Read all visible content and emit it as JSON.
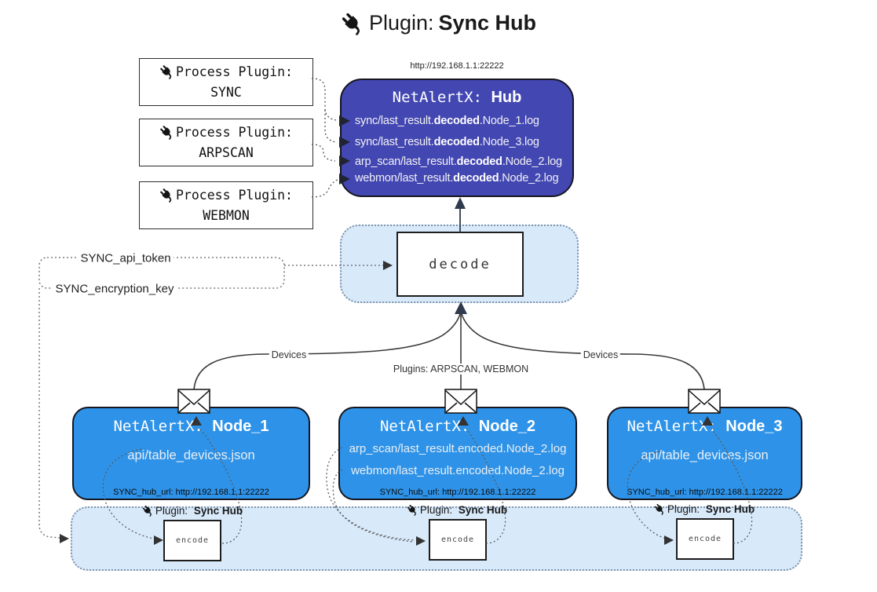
{
  "title": {
    "prefix": "Plugin:",
    "bold": "Sync Hub"
  },
  "process_plugins": [
    {
      "label": "Process Plugin:",
      "name": "SYNC"
    },
    {
      "label": "Process Plugin:",
      "name": "ARPSCAN"
    },
    {
      "label": "Process Plugin:",
      "name": "WEBMON"
    }
  ],
  "hub": {
    "url": "http://192.168.1.1:22222",
    "title_prefix": "NetAlertX: ",
    "title_name": "Hub",
    "lines": [
      {
        "pre": "sync/last_result.",
        "bold": "decoded",
        "post": ".Node_1.log"
      },
      {
        "pre": "sync/last_result.",
        "bold": "decoded",
        "post": ".Node_3.log"
      },
      {
        "pre": "arp_scan/last_result.",
        "bold": "decoded",
        "post": ".Node_2.log"
      },
      {
        "pre": "webmon/last_result.",
        "bold": "decoded",
        "post": ".Node_2.log"
      }
    ]
  },
  "decode": {
    "label": "decode"
  },
  "encode": {
    "label": "encode"
  },
  "params": {
    "api_token": "SYNC_api_token",
    "encryption_key": "SYNC_encryption_key"
  },
  "edges": {
    "devices_left": "Devices",
    "devices_right": "Devices",
    "plugins_center": "Plugins: ARPSCAN, WEBMON"
  },
  "nodes": [
    {
      "title_prefix": "NetAlertX: ",
      "title_name": "Node_1",
      "lines": [
        "api/table_devices.json"
      ],
      "footer": "SYNC_hub_url: http://192.168.1.1:22222"
    },
    {
      "title_prefix": "NetAlertX: ",
      "title_name": "Node_2",
      "lines": [
        "arp_scan/last_result.encoded.Node_2.log",
        "webmon/last_result.encoded.Node_2.log"
      ],
      "footer": "SYNC_hub_url: http://192.168.1.1:22222"
    },
    {
      "title_prefix": "NetAlertX: ",
      "title_name": "Node_3",
      "lines": [
        "api/table_devices.json"
      ],
      "footer": "SYNC_hub_url: http://192.168.1.1:22222"
    }
  ],
  "encoders": [
    {
      "label_prefix": "Plugin:",
      "label_bold": "Sync Hub"
    },
    {
      "label_prefix": "Plugin:",
      "label_bold": "Sync Hub"
    },
    {
      "label_prefix": "Plugin:",
      "label_bold": "Sync Hub"
    }
  ],
  "icons": {
    "plug": "plug-icon",
    "envelope": "envelope-icon"
  },
  "colors": {
    "hub_bg": "#4347B2",
    "node_bg": "#2E93E8",
    "container_bg": "#D8E9FA",
    "container_border": "#7F93AB",
    "box_border": "#1D1D1D",
    "arrow_dark": "#2F3B4C",
    "text_light": "#FFFFFF",
    "text_dark": "#1A1A1A"
  }
}
